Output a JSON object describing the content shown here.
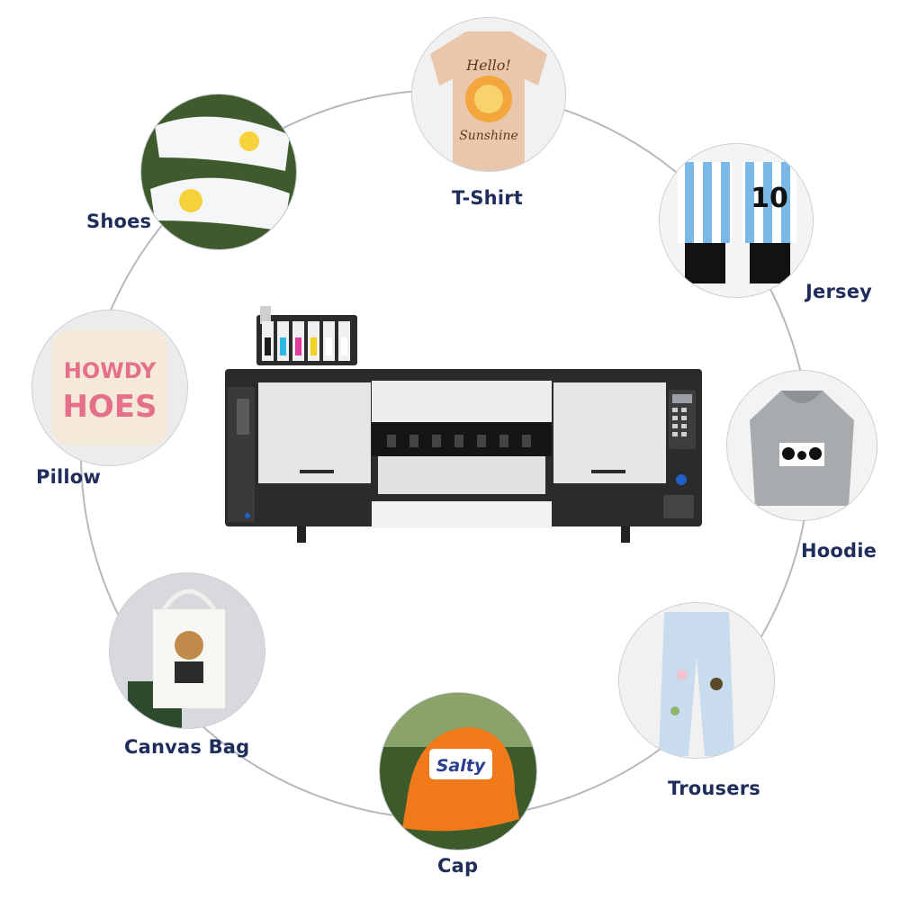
{
  "applications": [
    {
      "id": "tshirt",
      "label": "T-Shirt",
      "print_top": "Hello!",
      "print_bottom": "Sunshine"
    },
    {
      "id": "jersey",
      "label": "Jersey",
      "number": "10"
    },
    {
      "id": "hoodie",
      "label": "Hoodie"
    },
    {
      "id": "trousers",
      "label": "Trousers"
    },
    {
      "id": "cap",
      "label": "Cap",
      "print": "Salty"
    },
    {
      "id": "canvasbag",
      "label": "Canvas Bag"
    },
    {
      "id": "pillow",
      "label": "Pillow",
      "print_top": "HOWDY",
      "print_bottom": "HOES"
    },
    {
      "id": "shoes",
      "label": "Shoes"
    }
  ],
  "colors": {
    "label": "#1f2d5a",
    "ring": "#b5b9bf",
    "printer_body": "#2b2b2b",
    "printer_panel": "#e6e6e6",
    "accent_blue": "#1e5fc8",
    "cap_orange": "#f07a1a"
  },
  "ink_colors": [
    "#1a1a1a",
    "#2bb7e6",
    "#e23a9b",
    "#f2d21c",
    "#ffffff",
    "#ffffff"
  ]
}
